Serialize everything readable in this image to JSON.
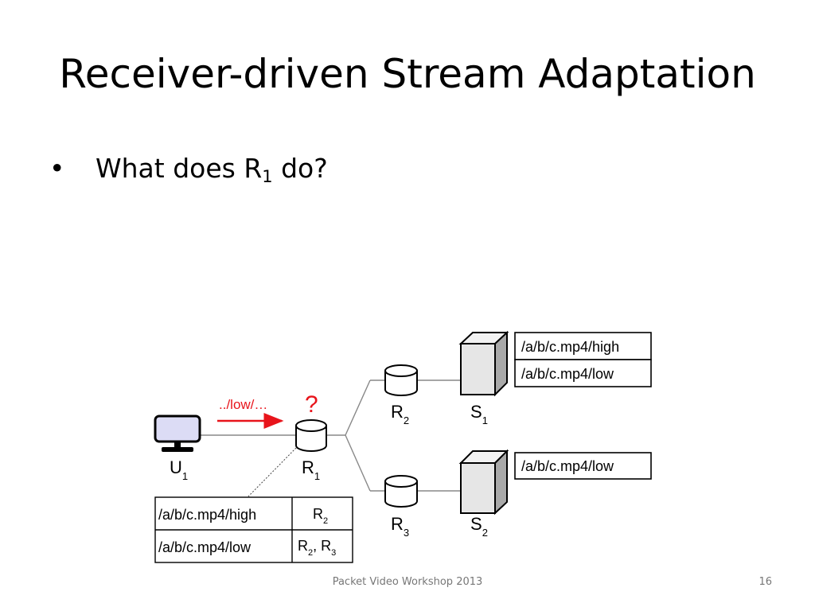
{
  "slide": {
    "title": "Receiver-driven Stream Adaptation",
    "bullet": {
      "marker": "•",
      "prefix": "What does R",
      "sub": "1",
      "suffix": " do?"
    },
    "footer": "Packet Video Workshop 2013",
    "page_number": "16"
  },
  "diagram": {
    "nodes": {
      "u1": {
        "label": "U",
        "sub": "1"
      },
      "r1": {
        "label": "R",
        "sub": "1"
      },
      "r2": {
        "label": "R",
        "sub": "2"
      },
      "r3": {
        "label": "R",
        "sub": "3"
      },
      "s1": {
        "label": "S",
        "sub": "1"
      },
      "s2": {
        "label": "S",
        "sub": "2"
      }
    },
    "request": {
      "label": "../low/…",
      "question": "?"
    },
    "s1_content": [
      "/a/b/c.mp4/high",
      "/a/b/c.mp4/low"
    ],
    "s2_content": [
      "/a/b/c.mp4/low"
    ],
    "fib": {
      "row1": {
        "prefix": "/a/b/c.mp4/high",
        "face": "R",
        "face_sub": "2"
      },
      "row2": {
        "prefix": "/a/b/c.mp4/low",
        "face_a": "R",
        "face_a_sub": "2",
        "sep": ", ",
        "face_b": "R",
        "face_b_sub": "3"
      }
    },
    "colors": {
      "accent_red": "#e8141b",
      "monitor_fill": "#dcdcf5",
      "server_front": "#e6e6e6",
      "server_side": "#a9a9a9",
      "server_top": "#f2f2f2"
    }
  }
}
